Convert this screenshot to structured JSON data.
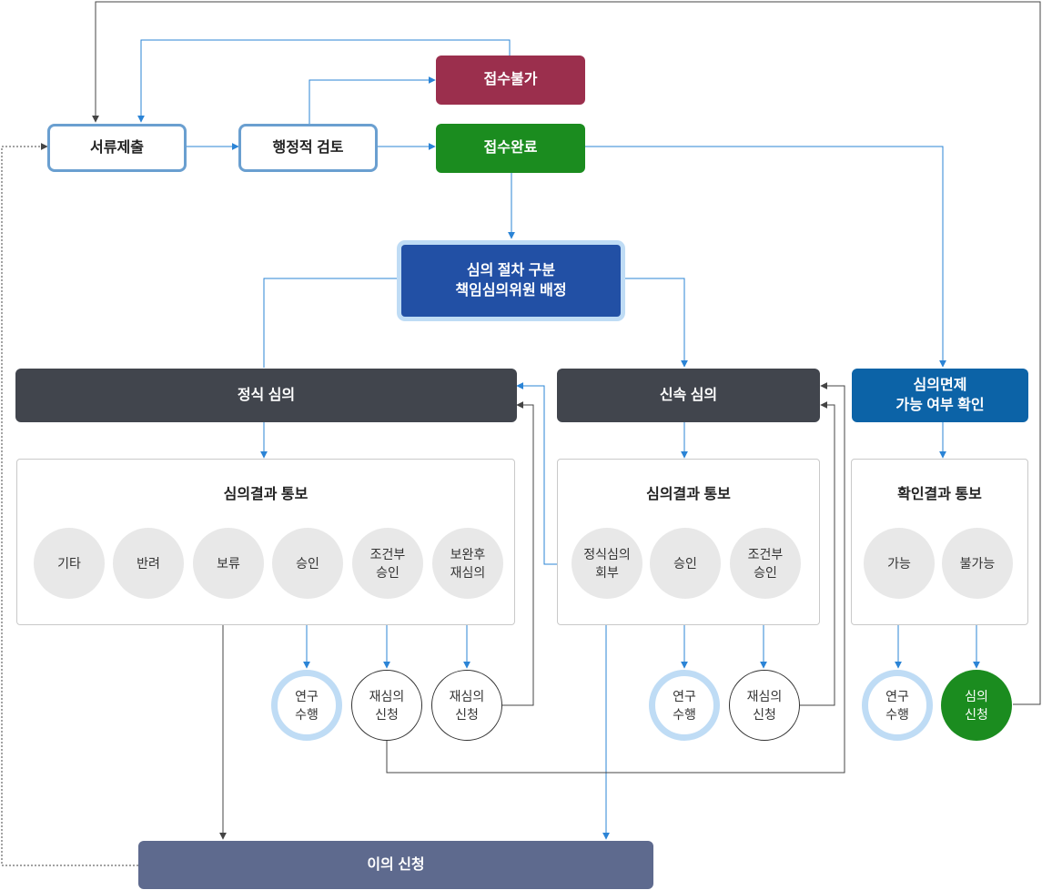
{
  "nodes": {
    "submit": "서류제출",
    "review": "행정적 검토",
    "rejected": "접수불가",
    "accepted": "접수완료",
    "assign": "심의 절차 구분\n책임심의위원 배정",
    "formal": "정식 심의",
    "rapid": "신속 심의",
    "exempt": "심의면제\n가능 여부 확인",
    "objection": "이의 신청"
  },
  "panels": {
    "formal": {
      "title": "심의결과 통보",
      "chips": [
        "기타",
        "반려",
        "보류",
        "승인",
        "조건부\n승인",
        "보완후\n재심의"
      ]
    },
    "rapid": {
      "title": "심의결과 통보",
      "chips": [
        "정식심의\n회부",
        "승인",
        "조건부\n승인"
      ]
    },
    "exempt": {
      "title": "확인결과 통보",
      "chips": [
        "가능",
        "불가능"
      ]
    }
  },
  "outcomes": {
    "formal_research": "연구\n수행",
    "formal_rereview_a": "재심의\n신청",
    "formal_rereview_b": "재심의\n신청",
    "rapid_research": "연구\n수행",
    "rapid_rereview": "재심의\n신청",
    "exempt_research": "연구\n수행",
    "exempt_apply": "심의\n신청"
  },
  "colors": {
    "arrow_blue": "#2b84d6",
    "arrow_dark": "#444444",
    "rejected": "#9b2f4d",
    "accepted": "#1b8c1f",
    "assign": "#2250a5",
    "review_bar": "#41454d",
    "exempt": "#0c63a7",
    "objection": "#5e6a8e"
  }
}
